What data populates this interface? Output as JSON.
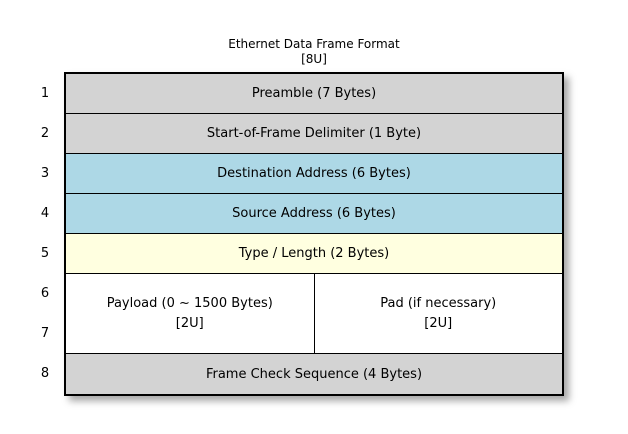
{
  "title": {
    "line1": "Ethernet Data Frame Format",
    "line2": "[8U]"
  },
  "row_numbers": [
    "1",
    "2",
    "3",
    "4",
    "5",
    "6",
    "7",
    "8"
  ],
  "fields": [
    {
      "label": "Preamble (7 Bytes)",
      "color": "#d3d3d3"
    },
    {
      "label": "Start-of-Frame Delimiter (1 Byte)",
      "color": "#d3d3d3"
    },
    {
      "label": "Destination Address (6 Bytes)",
      "color": "#add8e6"
    },
    {
      "label": "Source Address (6 Bytes)",
      "color": "#add8e6"
    },
    {
      "label": "Type / Length (2 Bytes)",
      "color": "#ffffe0"
    }
  ],
  "payload_row": {
    "color": "#ffffff",
    "left": {
      "line1": "Payload (0 ~ 1500 Bytes)",
      "line2": "[2U]"
    },
    "right": {
      "line1": "Pad (if necessary)",
      "line2": "[2U]"
    }
  },
  "last_field": {
    "label": "Frame Check Sequence (4 Bytes)",
    "color": "#d3d3d3"
  },
  "colors": {
    "gray": "#d3d3d3",
    "blue": "#add8e6",
    "yellow": "#ffffe0",
    "white": "#ffffff",
    "border": "#000000",
    "text": "#000000",
    "background": "#ffffff"
  }
}
